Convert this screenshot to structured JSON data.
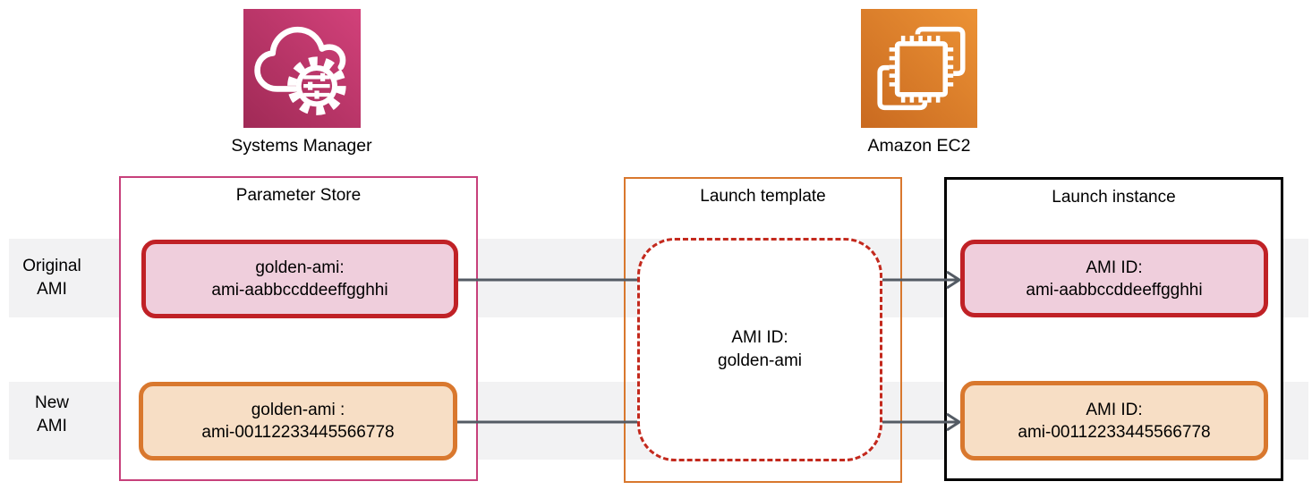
{
  "header": {
    "systems_manager_label": "Systems Manager",
    "ec2_label": "Amazon EC2"
  },
  "icons": {
    "systems_manager": "cloud-gear-sliders-icon",
    "ec2": "processor-chip-icon"
  },
  "rows": [
    {
      "line1": "Original",
      "line2": "AMI"
    },
    {
      "line1": "New",
      "line2": "AMI"
    }
  ],
  "parameter_store": {
    "title": "Parameter Store",
    "items": [
      {
        "line1": "golden-ami:",
        "line2": "ami-aabbccddeeffgghhi"
      },
      {
        "line1": "golden-ami :",
        "line2": "ami-00112233445566778"
      }
    ]
  },
  "launch_template": {
    "title": "Launch template",
    "content": {
      "line1": "AMI ID:",
      "line2": "golden-ami"
    }
  },
  "launch_instance": {
    "title": "Launch instance",
    "items": [
      {
        "line1": "AMI ID:",
        "line2": "ami-aabbccddeeffgghhi"
      },
      {
        "line1": "AMI ID:",
        "line2": "ami-00112233445566778"
      }
    ]
  },
  "colors": {
    "pink_chip_fill": "#EFCEDC",
    "pink_chip_border": "#C02126",
    "orange_chip_fill": "#F7DEC5",
    "orange_chip_border": "#D9782E",
    "parameter_store_border": "#C7407B",
    "launch_template_border": "#D9782E",
    "launch_instance_border": "#000000",
    "dashed_border": "#C3291D",
    "row_band": "#F2F2F3",
    "arrow": "#545B64",
    "ssm_gradient": [
      "#A02A56",
      "#D2417A"
    ],
    "ec2_gradient": [
      "#C96A20",
      "#EC9235"
    ]
  }
}
